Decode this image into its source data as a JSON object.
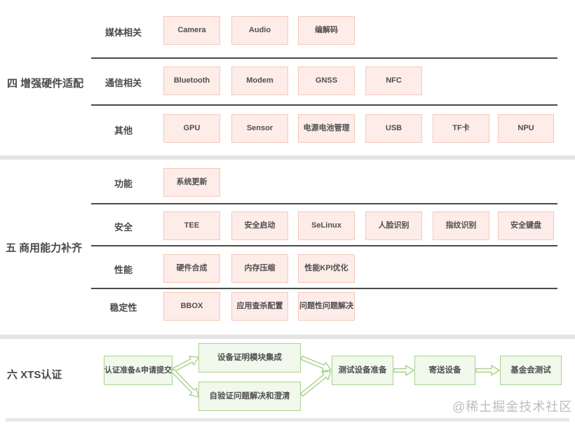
{
  "watermark": "@稀土掘金技术社区",
  "colors": {
    "pink_box_fill": "#fdece7",
    "pink_box_border": "#f6c9ba",
    "green_box_fill": "#f1f8ec",
    "green_box_border": "#a9d18e",
    "text": "#4f4f4f",
    "row_divider": "#4a4a4a",
    "section_divider": "#e4e4e4",
    "watermark_text": "#bdbdbd"
  },
  "sections": [
    {
      "title": "四 增强硬件适配",
      "rows": [
        {
          "label": "媒体相关",
          "boxes": [
            "Camera",
            "Audio",
            "编解码"
          ]
        },
        {
          "label": "通信相关",
          "boxes": [
            "Bluetooth",
            "Modem",
            "GNSS",
            "NFC"
          ]
        },
        {
          "label": "其他",
          "boxes": [
            "GPU",
            "Sensor",
            "电源电池管理",
            "USB",
            "TF卡",
            "NPU"
          ]
        }
      ]
    },
    {
      "title": "五 商用能力补齐",
      "rows": [
        {
          "label": "功能",
          "boxes": [
            "系统更新"
          ]
        },
        {
          "label": "安全",
          "boxes": [
            "TEE",
            "安全启动",
            "SeLinux",
            "人脸识别",
            "指纹识别",
            "安全键盘"
          ]
        },
        {
          "label": "性能",
          "boxes": [
            "硬件合成",
            "内存压缩",
            "性能KPI优化"
          ]
        },
        {
          "label": "稳定性",
          "boxes": [
            "BBOX",
            "应用查杀配置",
            "问题性问题解决"
          ]
        }
      ]
    },
    {
      "title": "六 XTS认证",
      "flow": {
        "start": "认证准备&申请提交",
        "branch_top": "设备证明模块集成",
        "branch_bottom": "自验证问题解决和澄清",
        "prepare": "测试设备准备",
        "ship": "寄送设备",
        "test": "基金会测试"
      }
    }
  ]
}
